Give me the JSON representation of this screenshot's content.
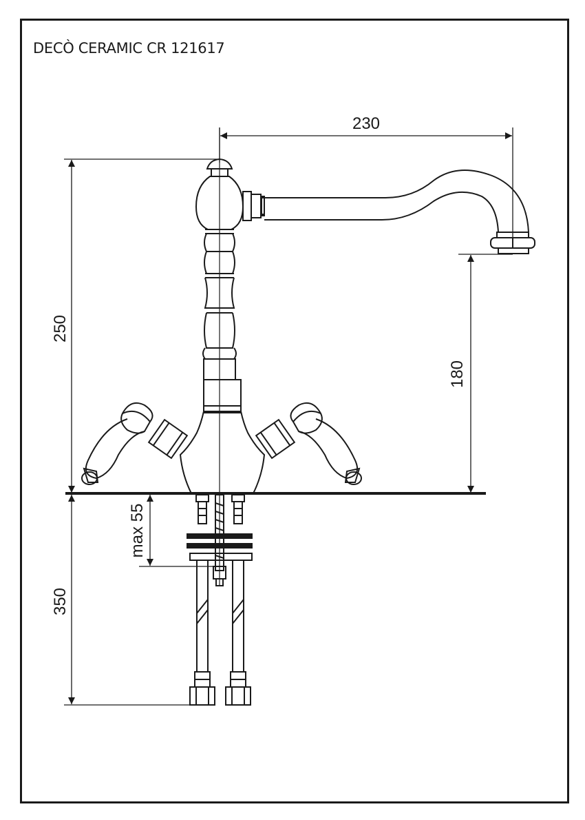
{
  "title": "DECÒ CERAMIC CR 121617",
  "dimensions": {
    "spout_reach": "230",
    "total_height": "250",
    "spout_height": "180",
    "max_deck_thickness": "max 55",
    "hose_length": "350"
  }
}
